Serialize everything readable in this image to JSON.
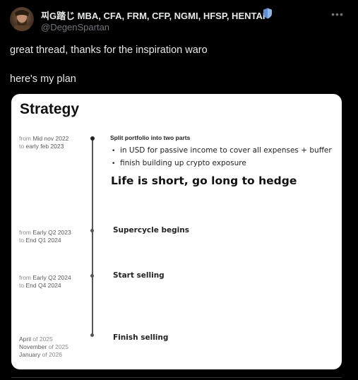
{
  "tweet": {
    "author": {
      "display_name": "찌G踏じ MBA, CFA, FRM, CFP, NGMI, HFSP, HENTAI",
      "handle": "@DegenSpartan",
      "verified_icon": "shield-badge-icon",
      "verified_color": "#5b8fd6"
    },
    "more_icon": "ellipsis-icon",
    "text_lines": [
      "great thread, thanks for the inspiration waro",
      "here's my plan"
    ]
  },
  "strategy": {
    "title": "Strategy",
    "phases": [
      {
        "date_lines": [
          {
            "prefix": "from",
            "text": "Mid nov 2022"
          },
          {
            "prefix": "to",
            "text": "early feb 2023"
          }
        ],
        "heading": "Split portfolio into two parts",
        "bullets": [
          "in USD for passive income to cover all expenses + buffer",
          "finish building up crypto exposure"
        ],
        "emphasis": "Life is short, go long to hedge"
      },
      {
        "date_lines": [
          {
            "prefix": "from",
            "text": "Early Q2 2023"
          },
          {
            "prefix": "to",
            "text": "End Q1 2024"
          }
        ],
        "milestone": "Supercycle begins"
      },
      {
        "date_lines": [
          {
            "prefix": "from",
            "text": "Early Q2 2024"
          },
          {
            "prefix": "to",
            "text": "End Q4 2024"
          }
        ],
        "milestone": "Start selling"
      },
      {
        "date_lines": [
          {
            "text": "April",
            "suffix": "of 2025"
          },
          {
            "text": "November",
            "suffix": "of 2025"
          },
          {
            "text": "January",
            "suffix": "of 2026"
          }
        ],
        "milestone": "Finish selling"
      }
    ]
  },
  "colors": {
    "background": "#000000",
    "text_primary": "#e7e9ea",
    "text_secondary": "#71767b",
    "card_background": "#ffffff"
  }
}
